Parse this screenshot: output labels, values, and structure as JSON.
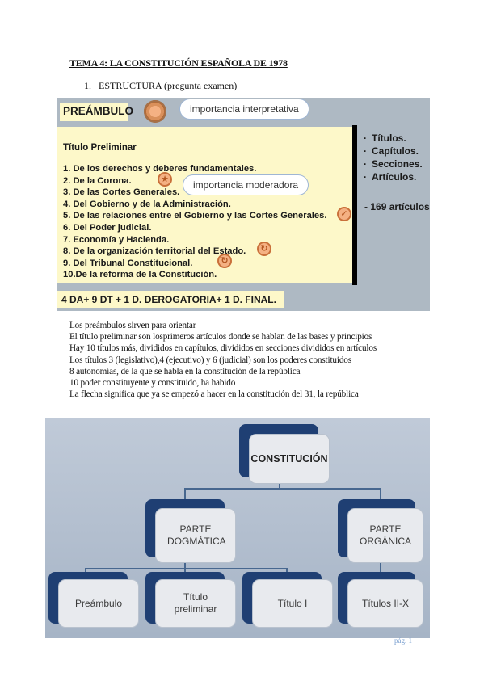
{
  "heading": "TEMA 4: LA CONSTITUCIÓN ESPAÑOLA DE 1978",
  "section": {
    "number": "1.",
    "text": "ESTRUCTURA (pregunta examen)"
  },
  "slide1": {
    "preambulo": "PREÁMBULO",
    "pill_top": "importancia interpretativa",
    "pill_mid": "importancia moderadora",
    "titulo_preliminar": "Título Preliminar",
    "items": [
      "1. De los derechos y deberes fundamentales.",
      "2. De la Corona.",
      "3. De las Cortes Generales.",
      "4. Del Gobierno y de la Administración.",
      "5. De las relaciones entre el Gobierno y las Cortes Generales.",
      "6. Del Poder judicial.",
      "7. Economía y Hacienda.",
      "8. De la organización territorial del Estado.",
      "9. Del Tribunal Constitucional.",
      "10.De la reforma de la Constitución."
    ],
    "right_list": [
      "Títulos.",
      "Capítulos.",
      "Secciones.",
      "Artículos."
    ],
    "count": "169 artículos.",
    "bottom": "4 DA+ 9 DT + 1 D. DEROGATORIA+ 1 D. FINAL.",
    "icons": [
      "compass-icon",
      "star-icon",
      "check-icon",
      "refresh-icon"
    ],
    "accent_color": "#f4b183"
  },
  "notes": [
    "Los preámbulos sirven para orientar",
    "El título preliminar son losprimeros artículos donde se hablan de las bases y principios",
    "Hay 10 títulos más, divididos en capítulos, divididos en secciones divididos en artículos",
    "Los títulos 3 (legislativo),4 (ejecutivo) y 6 (judicial) son los poderes constituidos",
    "8 autonomías, de la que se habla en la constitución de la república",
    "10 poder constituyente y constituido, ha habido",
    "La flecha significa que ya se empezó a hacer en la constitución del 31, la república"
  ],
  "slide2": {
    "root": "CONSTITUCIÓN",
    "parte_dogmatica": "PARTE DOGMÁTICA",
    "parte_organica": "PARTE ORGÁNICA",
    "leaves": [
      "Preámbulo",
      "Título preliminar",
      "Título I",
      "Títulos II-X"
    ],
    "line_color": "#47678f",
    "shadow_color": "#1f3f73"
  },
  "page_label": "pág. 1"
}
